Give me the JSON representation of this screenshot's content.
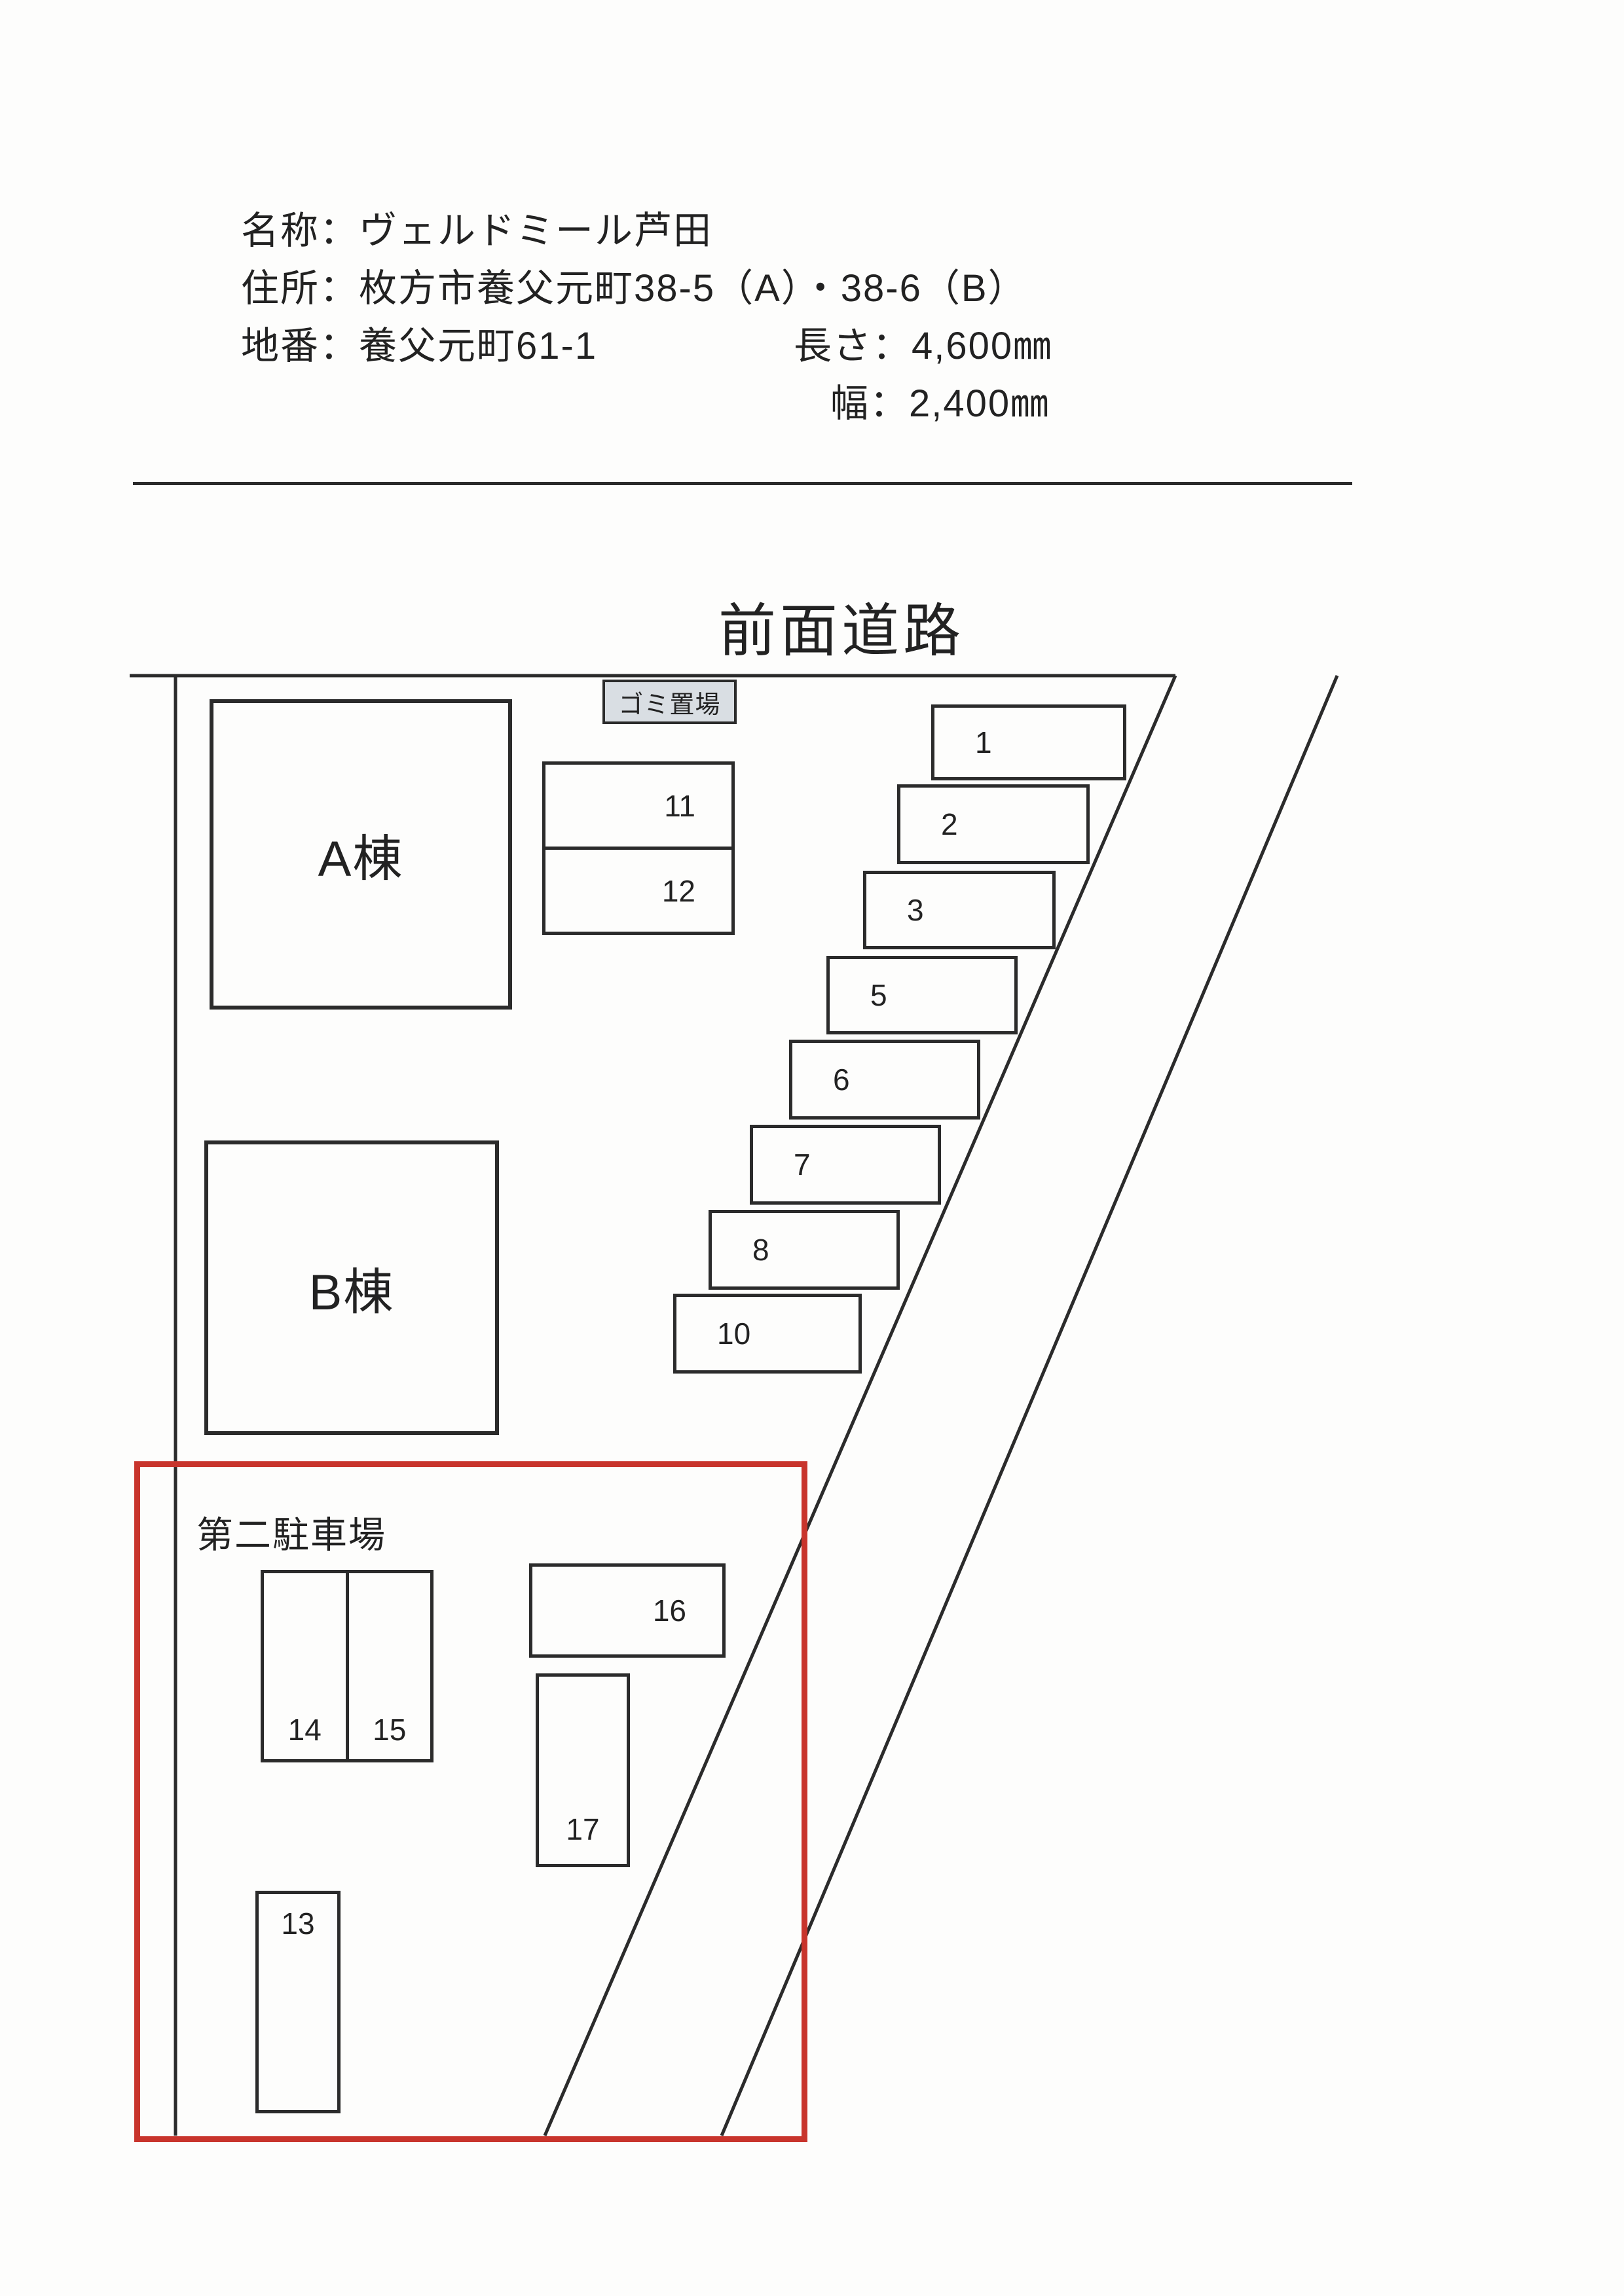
{
  "header": {
    "name_line": "名称：ヴェルドミール芦田",
    "address_line": "住所：枚方市養父元町38-5（A）・38-6（B）",
    "lot_line": "地番：養父元町61-1",
    "length_line": "長さ：4,600㎜",
    "width_line": "幅：2,400㎜"
  },
  "diagram": {
    "road_label": "前面道路",
    "trash_label": "ゴミ置場",
    "building_a_label": "A棟",
    "building_b_label": "B棟",
    "second_lot_label": "第二駐車場"
  },
  "spaces": {
    "s1": "1",
    "s2": "2",
    "s3": "3",
    "s5": "5",
    "s6": "6",
    "s7": "7",
    "s8": "8",
    "s10": "10",
    "s11": "11",
    "s12": "12",
    "s13": "13",
    "s14": "14",
    "s15": "15",
    "s16": "16",
    "s17": "17"
  },
  "colors": {
    "line_color": "#2b2b2b",
    "highlight_red": "#c8342c",
    "trash_bg": "#d9dee3"
  }
}
